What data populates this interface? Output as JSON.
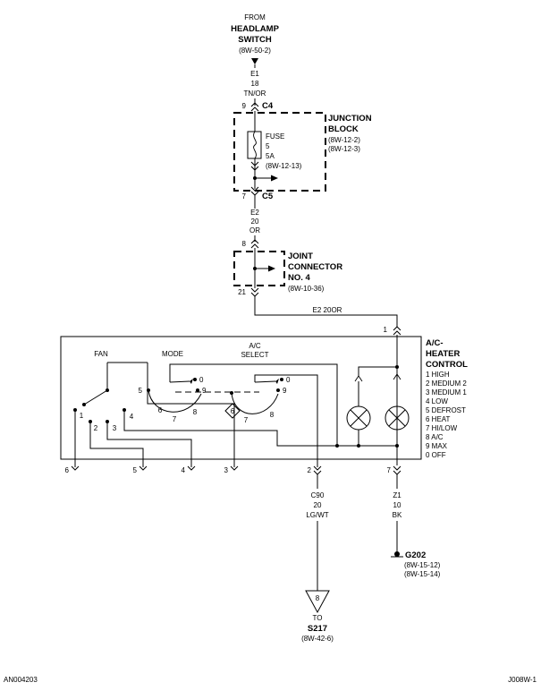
{
  "source": {
    "from": "FROM",
    "line1": "HEADLAMP",
    "line2": "SWITCH",
    "ref": "(8W-50-2)",
    "circuit": "E1",
    "gauge": "18",
    "color": "TN/OR"
  },
  "junction_block": {
    "line1": "JUNCTION",
    "line2": "BLOCK",
    "ref1": "(8W-12-2)",
    "ref2": "(8W-12-3)",
    "pin_in": "9",
    "conn_in": "C4",
    "pin_out": "7",
    "conn_out": "C5"
  },
  "fuse": {
    "label": "FUSE",
    "number": "5",
    "rating": "5A",
    "ref": "(8W-12-13)"
  },
  "wire_e2": {
    "circuit": "E2",
    "gauge": "20",
    "color": "OR",
    "inline_label": "E2  20OR"
  },
  "joint_connector": {
    "line1": "JOINT",
    "line2": "CONNECTOR",
    "line3": "NO. 4",
    "ref": "(8W-10-36)",
    "pin_in": "8",
    "pin_out": "21"
  },
  "control": {
    "line1": "A/C-",
    "line2": "HEATER",
    "line3": "CONTROL",
    "pin_top": "1",
    "legend": [
      "1 HIGH",
      "2 MEDIUM 2",
      "3 MEDIUM 1",
      "4 LOW",
      "5 DEFROST",
      "6 HEAT",
      "7 HI/LOW",
      "8 A/C",
      "9 MAX",
      "0 OFF"
    ],
    "fan_label": "FAN",
    "mode_label": "MODE",
    "ac_line1": "A/C",
    "ac_line2": "SELECT",
    "fan_positions": [
      "1",
      "2",
      "3",
      "4"
    ],
    "mode_positions": [
      "5",
      "6",
      "7",
      "8",
      "9",
      "0"
    ],
    "ac_positions": [
      "6",
      "7",
      "8",
      "9",
      "0"
    ],
    "bottom_pins": [
      "6",
      "5",
      "4",
      "3",
      "2",
      "7"
    ]
  },
  "output_wire": {
    "circuit": "C90",
    "gauge": "20",
    "color": "LG/WT"
  },
  "ground_wire": {
    "circuit": "Z1",
    "gauge": "10",
    "color": "BK"
  },
  "ground": {
    "name": "G202",
    "ref1": "(8W-15-12)",
    "ref2": "(8W-15-14)"
  },
  "splice": {
    "pin": "8",
    "to": "TO",
    "name": "S217",
    "ref": "(8W-42-6)"
  },
  "footer": {
    "left": "AN004203",
    "right": "J008W-1"
  }
}
